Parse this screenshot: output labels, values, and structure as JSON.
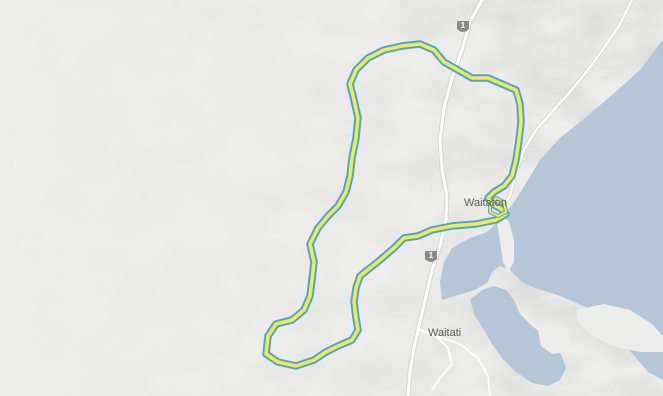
{
  "map": {
    "colors": {
      "land": "#ededeb",
      "water": "#b3c7d9",
      "road": "#ffffff",
      "road_casing": "#d6d6d6",
      "route_outer": "#4aa3e6",
      "route_inner": "#f2ef3a",
      "shield": "#8a8a8a"
    },
    "places": [
      {
        "name": "Waitati"
      },
      {
        "name": "Waitaton"
      }
    ],
    "highway_shields": [
      {
        "number": "1"
      },
      {
        "number": "1"
      }
    ]
  }
}
